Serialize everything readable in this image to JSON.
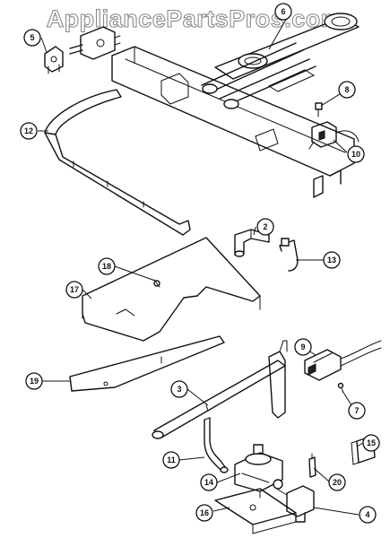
{
  "watermark": "AppliancePartsPros.com",
  "callouts": [
    {
      "id": "c5",
      "label": "5"
    },
    {
      "id": "c6",
      "label": "6"
    },
    {
      "id": "c8",
      "label": "8"
    },
    {
      "id": "c10",
      "label": "10"
    },
    {
      "id": "c12",
      "label": "12"
    },
    {
      "id": "c2",
      "label": "2"
    },
    {
      "id": "c13",
      "label": "13"
    },
    {
      "id": "c18",
      "label": "18"
    },
    {
      "id": "c17",
      "label": "17"
    },
    {
      "id": "c9",
      "label": "9"
    },
    {
      "id": "c19",
      "label": "19"
    },
    {
      "id": "c3",
      "label": "3"
    },
    {
      "id": "c7",
      "label": "7"
    },
    {
      "id": "c15",
      "label": "15"
    },
    {
      "id": "c11",
      "label": "11"
    },
    {
      "id": "c14",
      "label": "14"
    },
    {
      "id": "c20",
      "label": "20"
    },
    {
      "id": "c16",
      "label": "16"
    },
    {
      "id": "c4",
      "label": "4"
    }
  ]
}
